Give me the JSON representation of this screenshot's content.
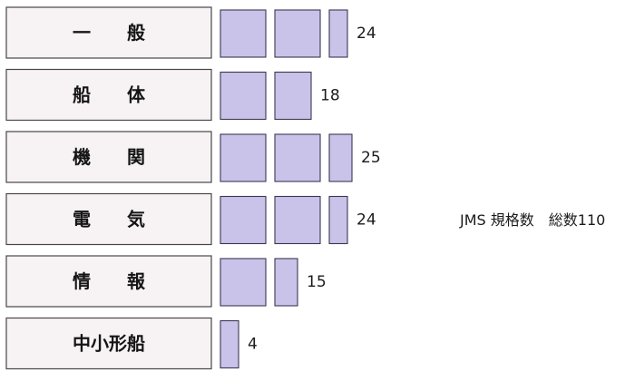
{
  "chart_data": {
    "type": "bar",
    "categories": [
      "一　　般",
      "船　　体",
      "機　　関",
      "電　　気",
      "情　　報",
      "中小形船"
    ],
    "values": [
      24,
      18,
      25,
      24,
      15,
      4
    ],
    "unit_per_block": 10,
    "annotation": "JMS 規格数　総数110",
    "colors": {
      "block_fill": "#c9c3ea",
      "block_border": "#3b3752",
      "category_fill": "#f7f2f4",
      "category_border": "#4a4648"
    }
  }
}
